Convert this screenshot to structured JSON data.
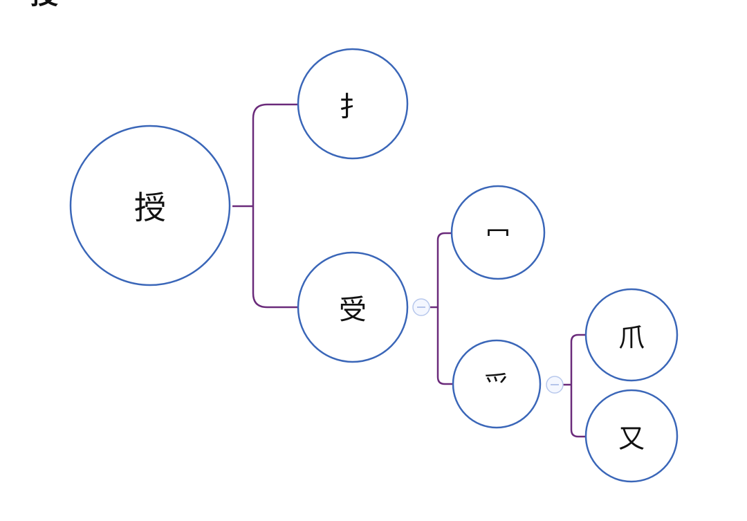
{
  "title": "授",
  "colors": {
    "node_stroke": "#3a66b8",
    "connector": "#6a2a7a",
    "collapse_toggle": "#b8c8ec"
  },
  "nodes": {
    "root": "授",
    "n1": "扌",
    "n2": "受",
    "n2a": "冖",
    "n2b": "爫",
    "n2b1": "爪",
    "n2b2": "又"
  },
  "collapse_toggles": [
    "n2",
    "n2b"
  ]
}
